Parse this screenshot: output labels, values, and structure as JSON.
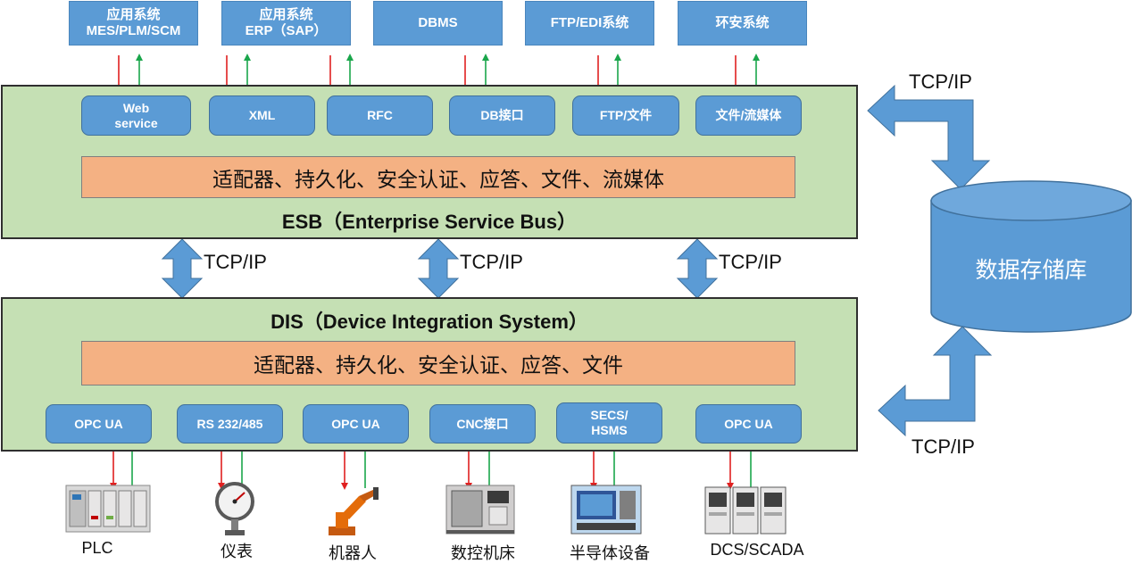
{
  "top_systems": [
    {
      "line1": "应用系统",
      "line2": "MES/PLM/SCM"
    },
    {
      "line1": "应用系统",
      "line2": "ERP（SAP）"
    },
    {
      "line1": "DBMS",
      "line2": ""
    },
    {
      "line1": "FTP/EDI系统",
      "line2": ""
    },
    {
      "line1": "环安系统",
      "line2": ""
    }
  ],
  "esb": {
    "title": "ESB（Enterprise Service Bus）",
    "interfaces": [
      {
        "line1": "Web",
        "line2": "service"
      },
      {
        "line1": "XML",
        "line2": ""
      },
      {
        "line1": "RFC",
        "line2": ""
      },
      {
        "line1": "DB接口",
        "line2": ""
      },
      {
        "line1": "FTP/文件",
        "line2": ""
      },
      {
        "line1": "文件/流媒体",
        "line2": ""
      }
    ],
    "band": "适配器、持久化、安全认证、应答、文件、流媒体"
  },
  "dis": {
    "title": "DIS（Device Integration System）",
    "band": "适配器、持久化、安全认证、应答、文件",
    "interfaces": [
      {
        "line1": "OPC UA",
        "line2": ""
      },
      {
        "line1": "RS 232/485",
        "line2": ""
      },
      {
        "line1": "OPC UA",
        "line2": ""
      },
      {
        "line1": "CNC接口",
        "line2": ""
      },
      {
        "line1": "SECS/",
        "line2": "HSMS"
      },
      {
        "line1": "OPC UA",
        "line2": ""
      }
    ]
  },
  "tcp_labels": [
    "TCP/IP",
    "TCP/IP",
    "TCP/IP",
    "TCP/IP",
    "TCP/IP"
  ],
  "database": {
    "label": "数据存储库"
  },
  "devices": [
    {
      "label": "PLC",
      "icon": "plc-icon"
    },
    {
      "label": "仪表",
      "icon": "gauge-icon"
    },
    {
      "label": "机器人",
      "icon": "robot-arm-icon"
    },
    {
      "label": "数控机床",
      "icon": "cnc-machine-icon"
    },
    {
      "label": "半导体设备",
      "icon": "semiconductor-equipment-icon"
    },
    {
      "label": "DCS/SCADA",
      "icon": "dcs-cabinet-icon"
    }
  ],
  "colors": {
    "box_blue": "#5b9bd5",
    "layer_green": "#c5e0b4",
    "band_orange": "#f4b183",
    "arrow_down": "#e02020",
    "arrow_up": "#1aa64b"
  }
}
